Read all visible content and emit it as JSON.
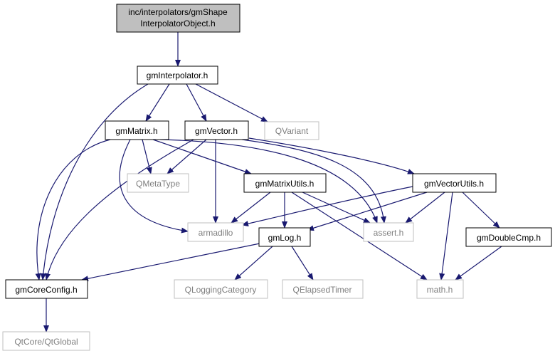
{
  "colors": {
    "edge": "#191970",
    "focus_fill": "#bfbfbf",
    "node_border": "#000000",
    "system_border": "#bfbfbf",
    "system_text": "#7f7f7f",
    "text": "#000000"
  },
  "nodes": {
    "root": {
      "line1": "inc/interpolators/gmShape",
      "line2": "InterpolatorObject.h"
    },
    "gmInterpolator": {
      "label": "gmInterpolator.h"
    },
    "gmMatrix": {
      "label": "gmMatrix.h"
    },
    "gmVector": {
      "label": "gmVector.h"
    },
    "QVariant": {
      "label": "QVariant"
    },
    "QMetaType": {
      "label": "QMetaType"
    },
    "gmMatrixUtils": {
      "label": "gmMatrixUtils.h"
    },
    "gmVectorUtils": {
      "label": "gmVectorUtils.h"
    },
    "armadillo": {
      "label": "armadillo"
    },
    "gmLog": {
      "label": "gmLog.h"
    },
    "assert": {
      "label": "assert.h"
    },
    "gmDoubleCmp": {
      "label": "gmDoubleCmp.h"
    },
    "gmCoreConfig": {
      "label": "gmCoreConfig.h"
    },
    "QLoggingCategory": {
      "label": "QLoggingCategory"
    },
    "QElapsedTimer": {
      "label": "QElapsedTimer"
    },
    "math": {
      "label": "math.h"
    },
    "QtGlobal": {
      "label": "QtCore/QtGlobal"
    }
  },
  "edges": [
    [
      "root",
      "gmInterpolator"
    ],
    [
      "gmInterpolator",
      "gmMatrix"
    ],
    [
      "gmInterpolator",
      "gmVector"
    ],
    [
      "gmInterpolator",
      "QVariant"
    ],
    [
      "gmInterpolator",
      "gmCoreConfig"
    ],
    [
      "gmMatrix",
      "QMetaType"
    ],
    [
      "gmMatrix",
      "gmMatrixUtils"
    ],
    [
      "gmMatrix",
      "armadillo"
    ],
    [
      "gmMatrix",
      "assert"
    ],
    [
      "gmMatrix",
      "gmCoreConfig"
    ],
    [
      "gmVector",
      "QMetaType"
    ],
    [
      "gmVector",
      "gmVectorUtils"
    ],
    [
      "gmVector",
      "armadillo"
    ],
    [
      "gmVector",
      "assert"
    ],
    [
      "gmVector",
      "gmCoreConfig"
    ],
    [
      "gmMatrixUtils",
      "armadillo"
    ],
    [
      "gmMatrixUtils",
      "gmLog"
    ],
    [
      "gmMatrixUtils",
      "assert"
    ],
    [
      "gmMatrixUtils",
      "math"
    ],
    [
      "gmVectorUtils",
      "armadillo"
    ],
    [
      "gmVectorUtils",
      "gmLog"
    ],
    [
      "gmVectorUtils",
      "assert"
    ],
    [
      "gmVectorUtils",
      "gmDoubleCmp"
    ],
    [
      "gmVectorUtils",
      "math"
    ],
    [
      "gmLog",
      "gmCoreConfig"
    ],
    [
      "gmLog",
      "QLoggingCategory"
    ],
    [
      "gmLog",
      "QElapsedTimer"
    ],
    [
      "gmDoubleCmp",
      "math"
    ],
    [
      "gmCoreConfig",
      "QtGlobal"
    ]
  ]
}
